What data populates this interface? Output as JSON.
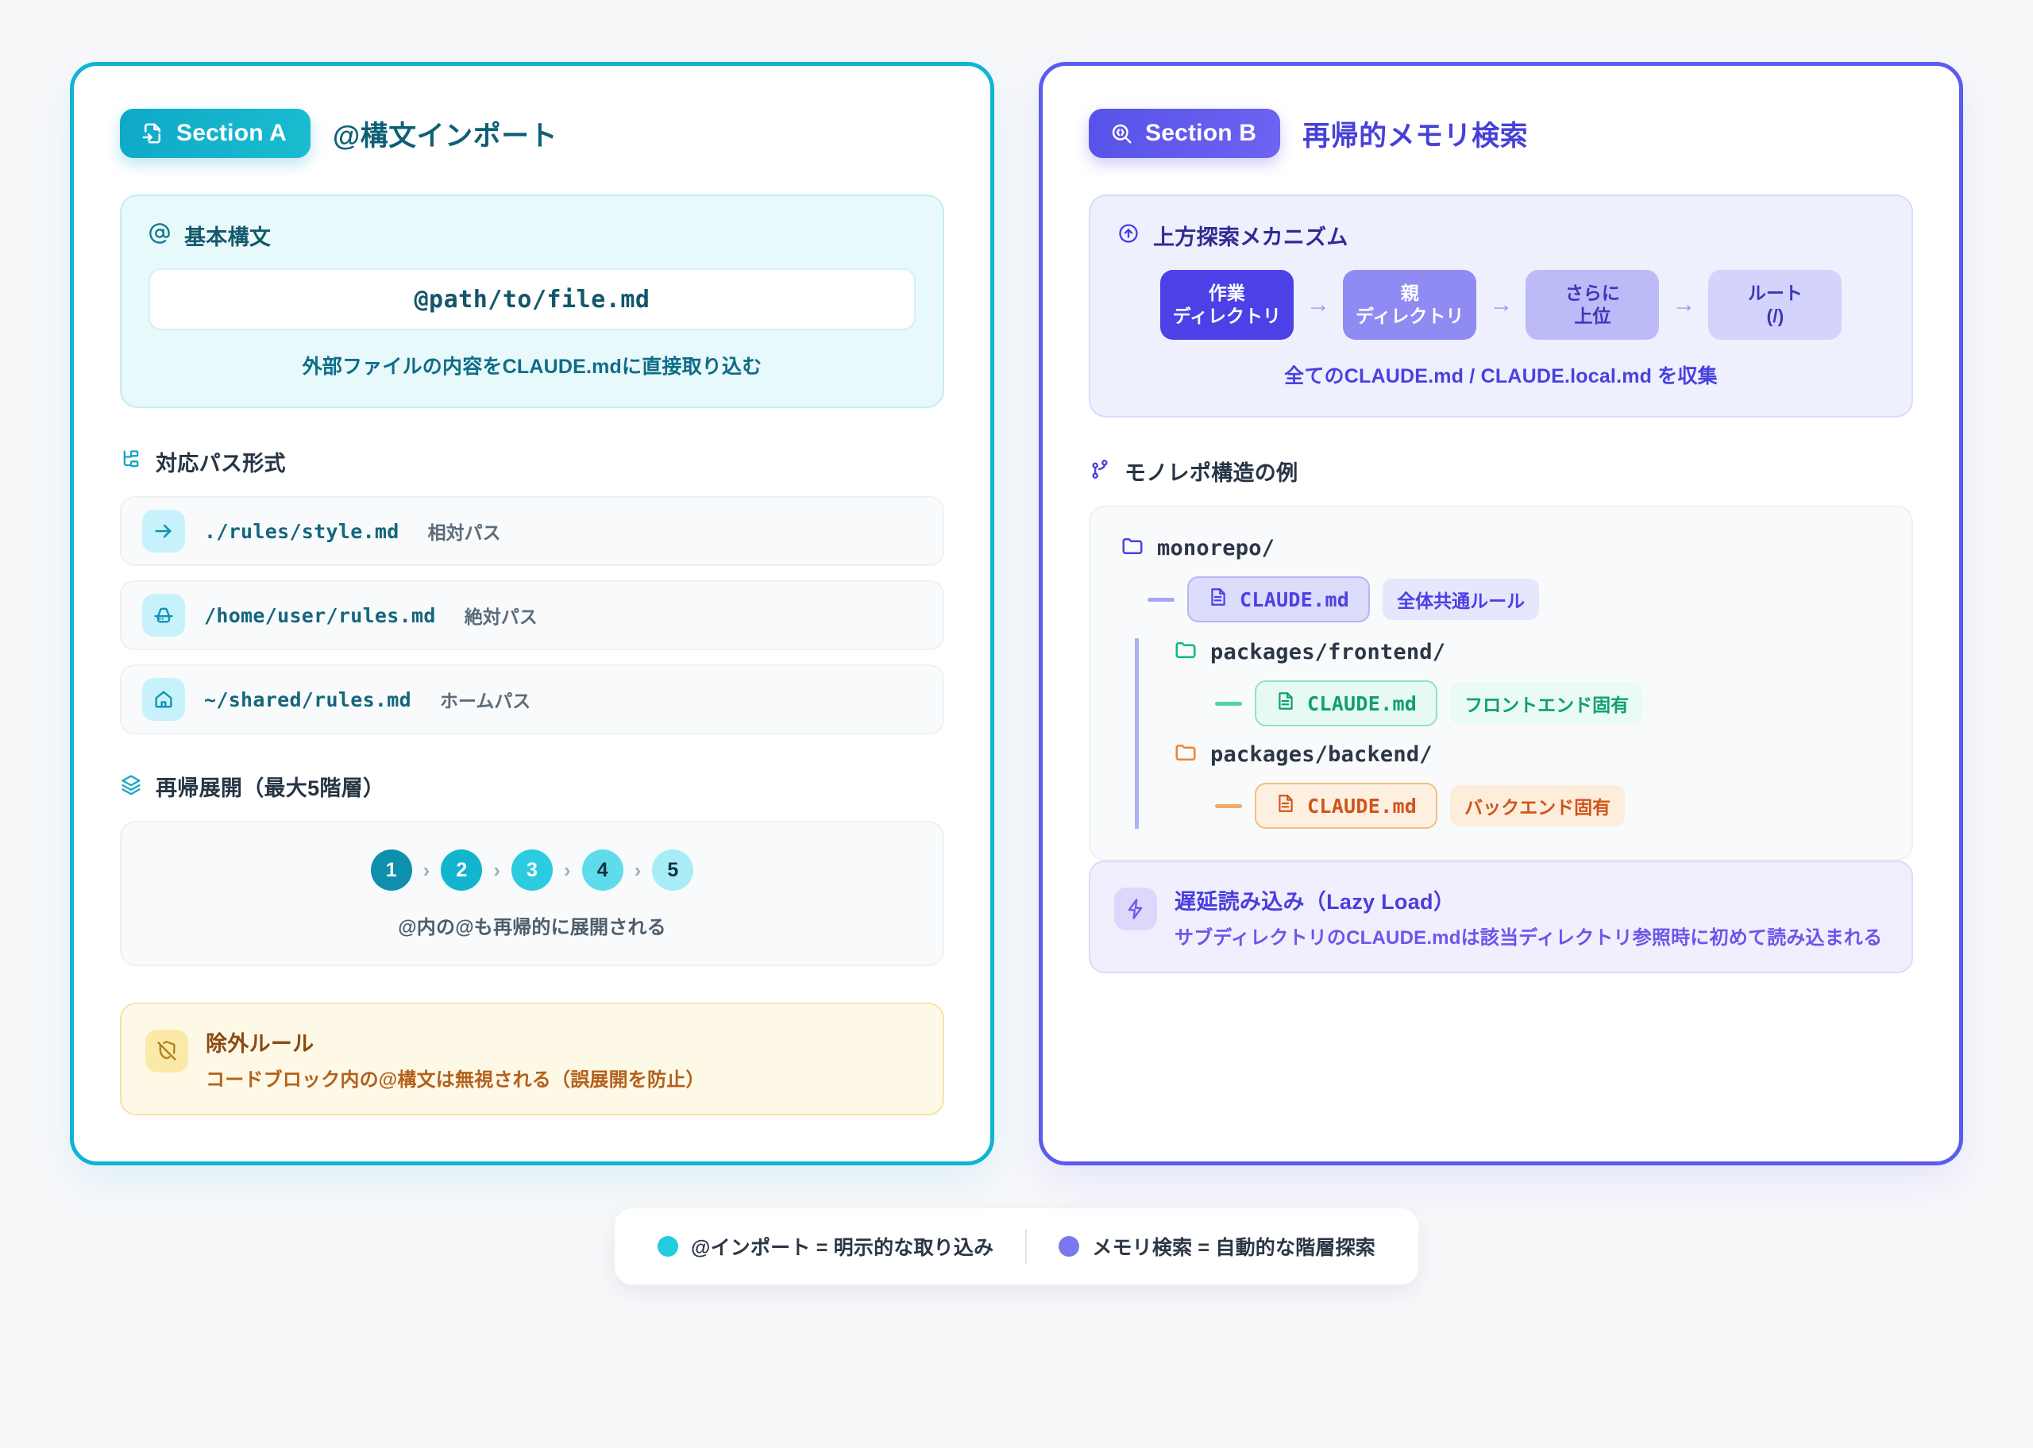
{
  "panel_a": {
    "chip_label": "Section A",
    "chip_icon": "file-import-icon",
    "title": "@構文インポート",
    "basic": {
      "heading": "基本構文",
      "heading_icon": "at-sign-icon",
      "code": "@path/to/file.md",
      "note": "外部ファイルの内容をCLAUDE.mdに直接取り込む"
    },
    "paths": {
      "heading": "対応パス形式",
      "heading_icon": "folder-tree-icon",
      "rows": [
        {
          "icon": "arrow-right-icon",
          "code": "./rules/style.md",
          "tag": "相対パス"
        },
        {
          "icon": "hard-drive-icon",
          "code": "/home/user/rules.md",
          "tag": "絶対パス"
        },
        {
          "icon": "home-icon",
          "code": "~/shared/rules.md",
          "tag": "ホームパス"
        }
      ]
    },
    "recursion": {
      "heading": "再帰展開（最大5階層）",
      "heading_icon": "layers-icon",
      "steps": [
        {
          "n": "1",
          "color": "#0e8fae"
        },
        {
          "n": "2",
          "color": "#13b5ce"
        },
        {
          "n": "3",
          "color": "#2ccbe0"
        },
        {
          "n": "4",
          "color": "#5fdcec"
        },
        {
          "n": "5",
          "color": "#a8ecf5"
        }
      ],
      "separator": "›",
      "note": "@内の@も再帰的に展開される"
    },
    "exclusion": {
      "icon": "shield-off-icon",
      "title": "除外ルール",
      "body": "コードブロック内の@構文は無視される（誤展開を防止）"
    }
  },
  "panel_b": {
    "chip_label": "Section B",
    "chip_icon": "search-code-icon",
    "title": "再帰的メモリ検索",
    "upward": {
      "heading": "上方探索メカニズム",
      "heading_icon": "arrow-up-circle-icon",
      "boxes": [
        {
          "line1": "作業",
          "line2": "ディレクトリ",
          "bg": "#4c40e6",
          "fg": "#ffffff"
        },
        {
          "line1": "親",
          "line2": "ディレクトリ",
          "bg": "#8f8bf2",
          "fg": "#ffffff"
        },
        {
          "line1": "さらに",
          "line2": "上位",
          "bg": "#bcbaf7",
          "fg": "#3d36b8"
        },
        {
          "line1": "ルート",
          "line2": "(/)",
          "bg": "#d3d3fb",
          "fg": "#3d36b8"
        }
      ],
      "arrow": "→",
      "note": "全てのCLAUDE.md / CLAUDE.local.md を収集"
    },
    "tree": {
      "heading": "モノレポ構造の例",
      "heading_icon": "git-branch-icon",
      "root": {
        "icon": "folder-icon",
        "name": "monorepo/",
        "color": "#4c40e6"
      },
      "root_file": {
        "icon": "file-text-icon",
        "name": "CLAUDE.md",
        "tag": "全体共通ルール",
        "pill_bg": "#dcdcfb",
        "pill_border": "#b7b5f4",
        "fg": "#4c40e6",
        "tag_bg": "#e6e6fc",
        "dash": "#a9a6f3"
      },
      "children": [
        {
          "icon": "folder-icon",
          "dir": "packages/frontend/",
          "dir_color": "#10b981",
          "file_icon": "file-text-icon",
          "file": "CLAUDE.md",
          "tag": "フロントエンド固有",
          "pill_bg": "#e7faf1",
          "pill_border": "#8fe3bf",
          "fg": "#0f9f6e",
          "tag_bg": "#e9fbf3",
          "dash": "#4fd6a0"
        },
        {
          "icon": "folder-icon",
          "dir": "packages/backend/",
          "dir_color": "#f08332",
          "file_icon": "file-text-icon",
          "file": "CLAUDE.md",
          "tag": "バックエンド固有",
          "pill_bg": "#fdf0e0",
          "pill_border": "#f3bd83",
          "fg": "#d1541a",
          "tag_bg": "#fdeedc",
          "dash": "#f3a868"
        }
      ]
    },
    "lazy": {
      "icon": "zap-icon",
      "title": "遅延読み込み（Lazy Load）",
      "body": "サブディレクトリのCLAUDE.mdは該当ディレクトリ参照時に初めて読み込まれる"
    }
  },
  "legend": {
    "items": [
      {
        "dot": "#22cde0",
        "text": "@インポート = 明示的な取り込み"
      },
      {
        "dot": "#7b78ee",
        "text": "メモリ検索 = 自動的な階層探索"
      }
    ]
  },
  "colors": {
    "panel_a_border": "#0fb4d4",
    "panel_b_border": "#5b5bef",
    "page_bg": "#f7f8fa"
  }
}
